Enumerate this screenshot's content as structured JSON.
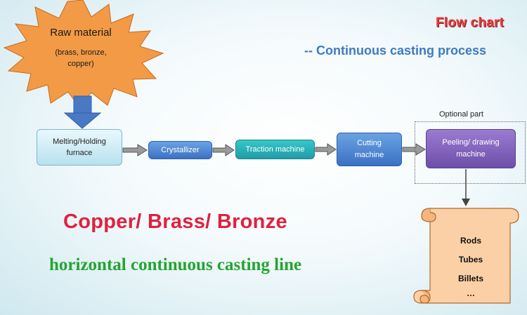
{
  "header": {
    "title": "Flow chart",
    "subtitle": "-- Continuous casting process"
  },
  "raw_material": {
    "label": "Raw material",
    "detail_line1": "(brass, bronze,",
    "detail_line2": "copper)"
  },
  "steps": {
    "melting_line1": "Melting/Holding",
    "melting_line2": "furnace",
    "crystallizer": "Crystallizer",
    "traction": "Traction machine",
    "cutting_line1": "Cutting",
    "cutting_line2": "machine",
    "peeling_line1": "Peeling/ drawing",
    "peeling_line2": "machine"
  },
  "optional_label": "Optional part",
  "products": [
    "Rods",
    "Tubes",
    "Billets",
    "…"
  ],
  "headline": "Copper/ Brass/ Bronze",
  "subheadline": "horizontal continuous casting line",
  "colors": {
    "star_fill": "#f39a46",
    "title_red": "#ef3b3b",
    "subtitle_blue": "#3e7bbf",
    "headline_red": "#e0213e",
    "subheadline_green": "#23a52f",
    "scroll_fill": "#fbd0a6"
  }
}
